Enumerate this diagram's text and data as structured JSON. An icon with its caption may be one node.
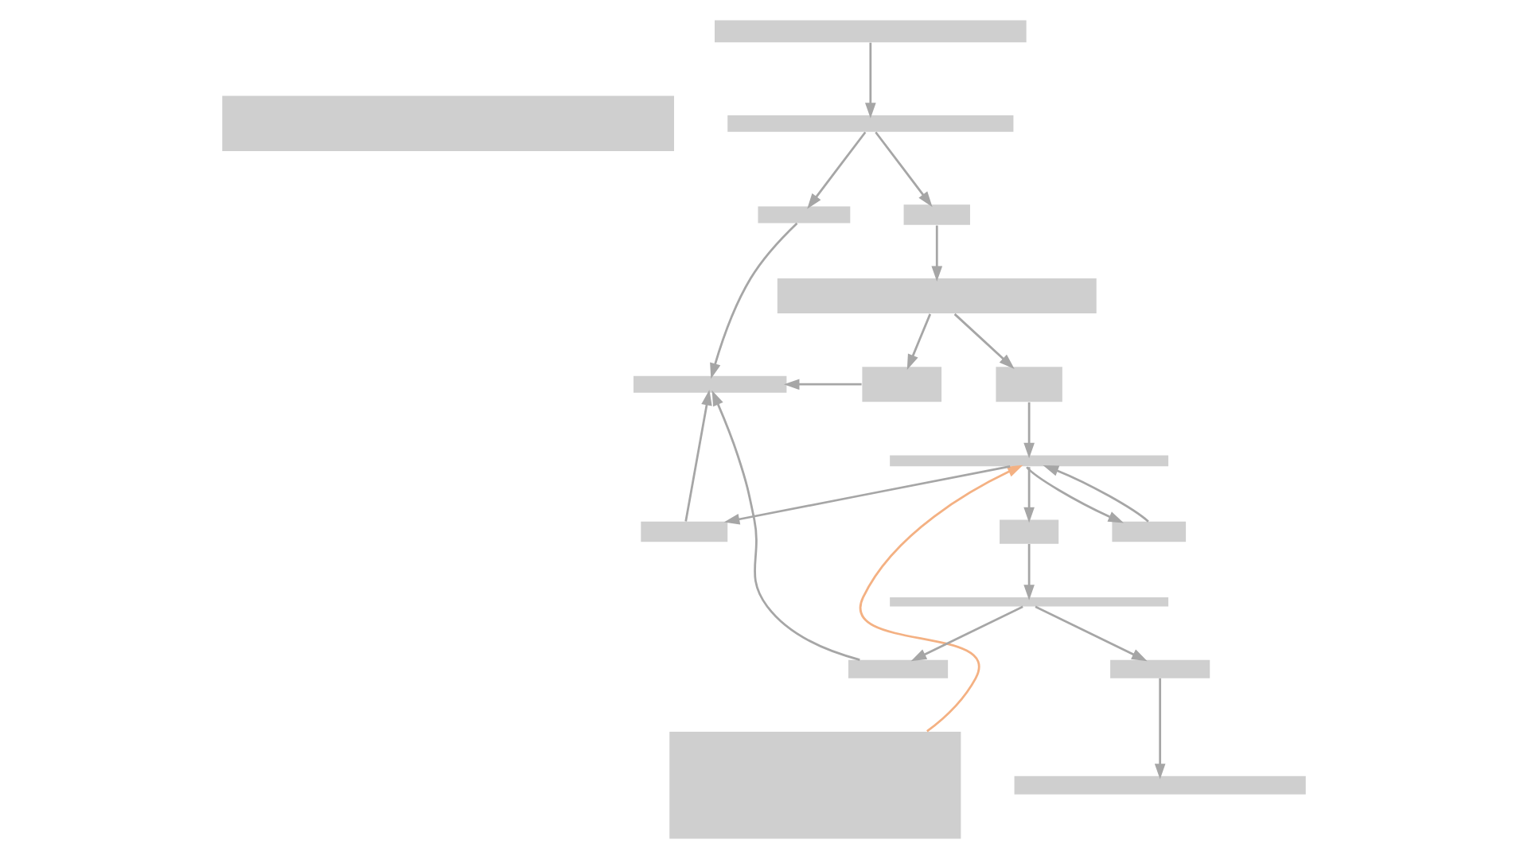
{
  "diagram": {
    "nodes": [
      {
        "text": [],
        "shape": "bar"
      },
      {
        "text": [],
        "shape": "bar"
      },
      {
        "text": [],
        "shape": "bar"
      },
      {
        "text": [],
        "shape": "bar"
      },
      {
        "text": [],
        "shape": "bar"
      },
      {
        "text": [],
        "shape": "bar"
      },
      {
        "text": [],
        "shape": "bar"
      },
      {
        "text": [],
        "shape": "bar"
      },
      {
        "text": [],
        "shape": "bar"
      },
      {
        "text": [],
        "shape": "bar"
      },
      {
        "text": [],
        "shape": "bar"
      },
      {
        "text": [],
        "shape": "bar"
      },
      {
        "text": [],
        "shape": "bar"
      },
      {
        "text": [],
        "shape": "bar"
      },
      {
        "text": [],
        "shape": "bar"
      },
      {
        "text": [],
        "shape": "bar"
      },
      {
        "text": [],
        "shape": "bar"
      },
      {
        "text": [],
        "shape": "bar"
      }
    ],
    "edges": [
      {
        "from": 3,
        "to": 4,
        "arrow": "to"
      },
      {
        "from": 4,
        "to": 5,
        "arrow": "to"
      },
      {
        "from": 4,
        "to": 6,
        "arrow": "to"
      },
      {
        "from": 6,
        "to": 7,
        "arrow": "to"
      },
      {
        "from": 5,
        "to": 1,
        "arrow": "to"
      },
      {
        "from": 7,
        "to": 8,
        "arrow": "to"
      },
      {
        "from": 7,
        "to": 9,
        "arrow": "to"
      },
      {
        "from": 8,
        "to": 1,
        "arrow": "to"
      },
      {
        "from": 9,
        "to": 10,
        "arrow": "to"
      },
      {
        "from": 2,
        "to": 10,
        "arrow": "to",
        "color": "#f4b183"
      },
      {
        "from": 13,
        "to": 10,
        "arrow": "to"
      },
      {
        "from": 10,
        "to": 11,
        "arrow": "to"
      },
      {
        "from": 10,
        "to": 12,
        "arrow": "to"
      },
      {
        "from": 10,
        "to": 13,
        "arrow": "to"
      },
      {
        "from": 11,
        "to": 1,
        "arrow": "to"
      },
      {
        "from": 12,
        "to": 14,
        "arrow": "to"
      },
      {
        "from": 14,
        "to": 15,
        "arrow": "to"
      },
      {
        "from": 14,
        "to": 16,
        "arrow": "to"
      },
      {
        "from": 15,
        "to": 1,
        "arrow": "to"
      },
      {
        "from": 16,
        "to": 17,
        "arrow": "to"
      }
    ]
  }
}
